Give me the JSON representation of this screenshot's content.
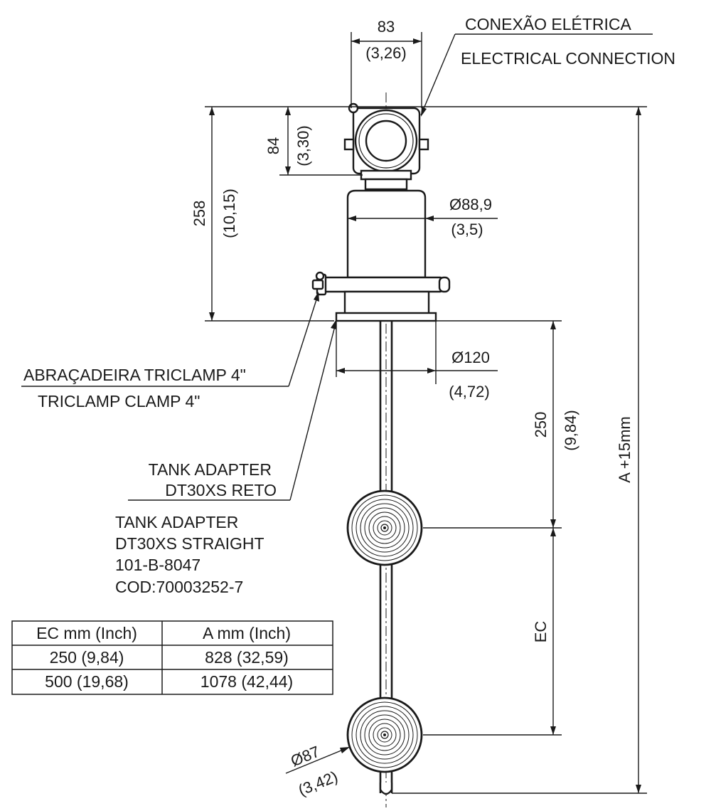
{
  "dimensions": {
    "top_width_mm": "83",
    "top_width_in": "(3,26)",
    "head_height_mm": "84",
    "head_height_in": "(3,30)",
    "overall_head_mm": "258",
    "overall_head_in": "(10,15)",
    "housing_dia_mm": "Ø88,9",
    "housing_dia_in": "(3,5)",
    "flange_dia_mm": "Ø120",
    "flange_dia_in": "(4,72)",
    "first_float_mm": "250",
    "first_float_in": "(9,84)",
    "total_length": "A +15mm",
    "float_spacing": "EC",
    "float_dia_mm": "Ø87",
    "float_dia_in": "(3,42)"
  },
  "callouts": {
    "electrical_pt": "CONEXÃO ELÉTRICA",
    "electrical_en": "ELECTRICAL CONNECTION",
    "clamp_pt": "ABRAÇADEIRA TRICLAMP 4\"",
    "clamp_en": "TRICLAMP CLAMP 4\"",
    "adapter_pt_line1": "TANK ADAPTER",
    "adapter_pt_line2": "DT30XS RETO",
    "adapter_en_line1": "TANK ADAPTER",
    "adapter_en_line2": "DT30XS STRAIGHT",
    "part_number": "101-B-8047",
    "code": "COD:70003252-7"
  },
  "table": {
    "headers": [
      "EC mm (Inch)",
      "A mm (Inch)"
    ],
    "rows": [
      [
        "250 (9,84)",
        "828 (32,59)"
      ],
      [
        "500 (19,68)",
        "1078 (42,44)"
      ]
    ]
  }
}
